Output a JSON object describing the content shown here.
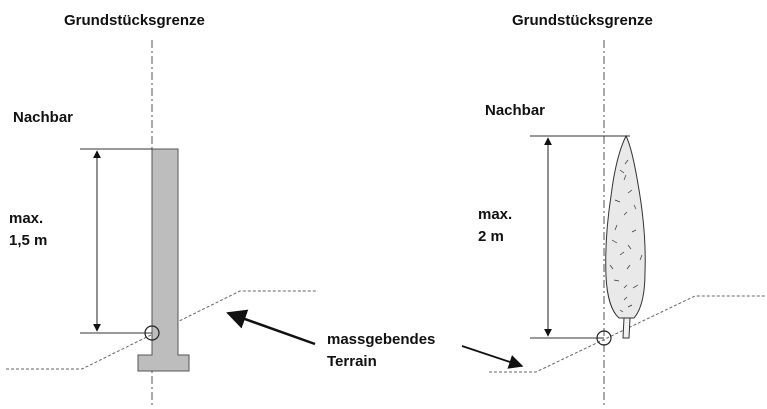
{
  "left": {
    "boundary_label": "Grundstücksgrenze",
    "neighbor_label": "Nachbar",
    "height_line1": "max.",
    "height_line2": "1,5 m"
  },
  "right": {
    "boundary_label": "Grundstücksgrenze",
    "neighbor_label": "Nachbar",
    "height_line1": "max.",
    "height_line2": "2 m"
  },
  "terrain_label_line1": "massgebendes",
  "terrain_label_line2": "Terrain",
  "colors": {
    "wall_fill": "#bdbdbd",
    "line": "#222222",
    "dashed": "#666666",
    "tree_fill": "#e8e8e8"
  }
}
